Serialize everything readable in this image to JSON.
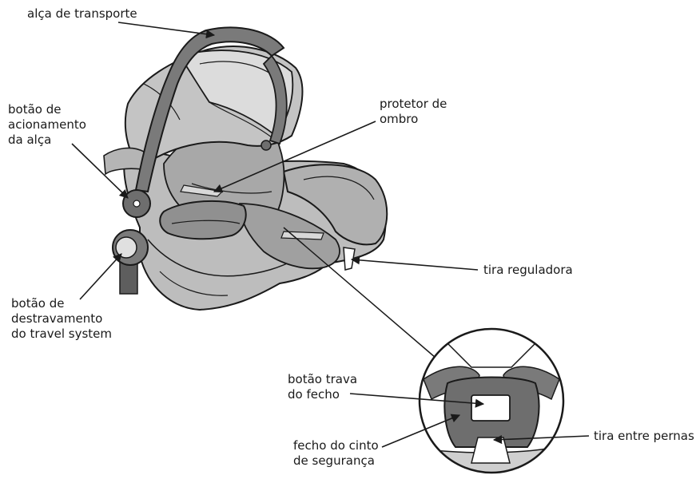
{
  "labels": {
    "carry_handle": "alça de transporte",
    "handle_button": [
      "botão de",
      "acionamento",
      "da alça"
    ],
    "shoulder_pad": [
      "protetor de",
      "ombro"
    ],
    "adjust_strap": "tira reguladora",
    "release_button": [
      "botão de",
      "destravamento",
      "do travel system"
    ],
    "buckle_lock": [
      "botão trava",
      "do fecho"
    ],
    "buckle": [
      "fecho do cinto",
      "de segurança"
    ],
    "crotch_strap": "tira entre pernas"
  },
  "colors": {
    "outline": "#1a1a1a",
    "shell": "#bdbdbd",
    "shell_dark": "#8f8f8f",
    "canopy": "#dcdcdc",
    "handle": "#7a7a7a",
    "seat": "#a8a8a8",
    "buckle": "#6e6e6e",
    "white": "#ffffff"
  }
}
